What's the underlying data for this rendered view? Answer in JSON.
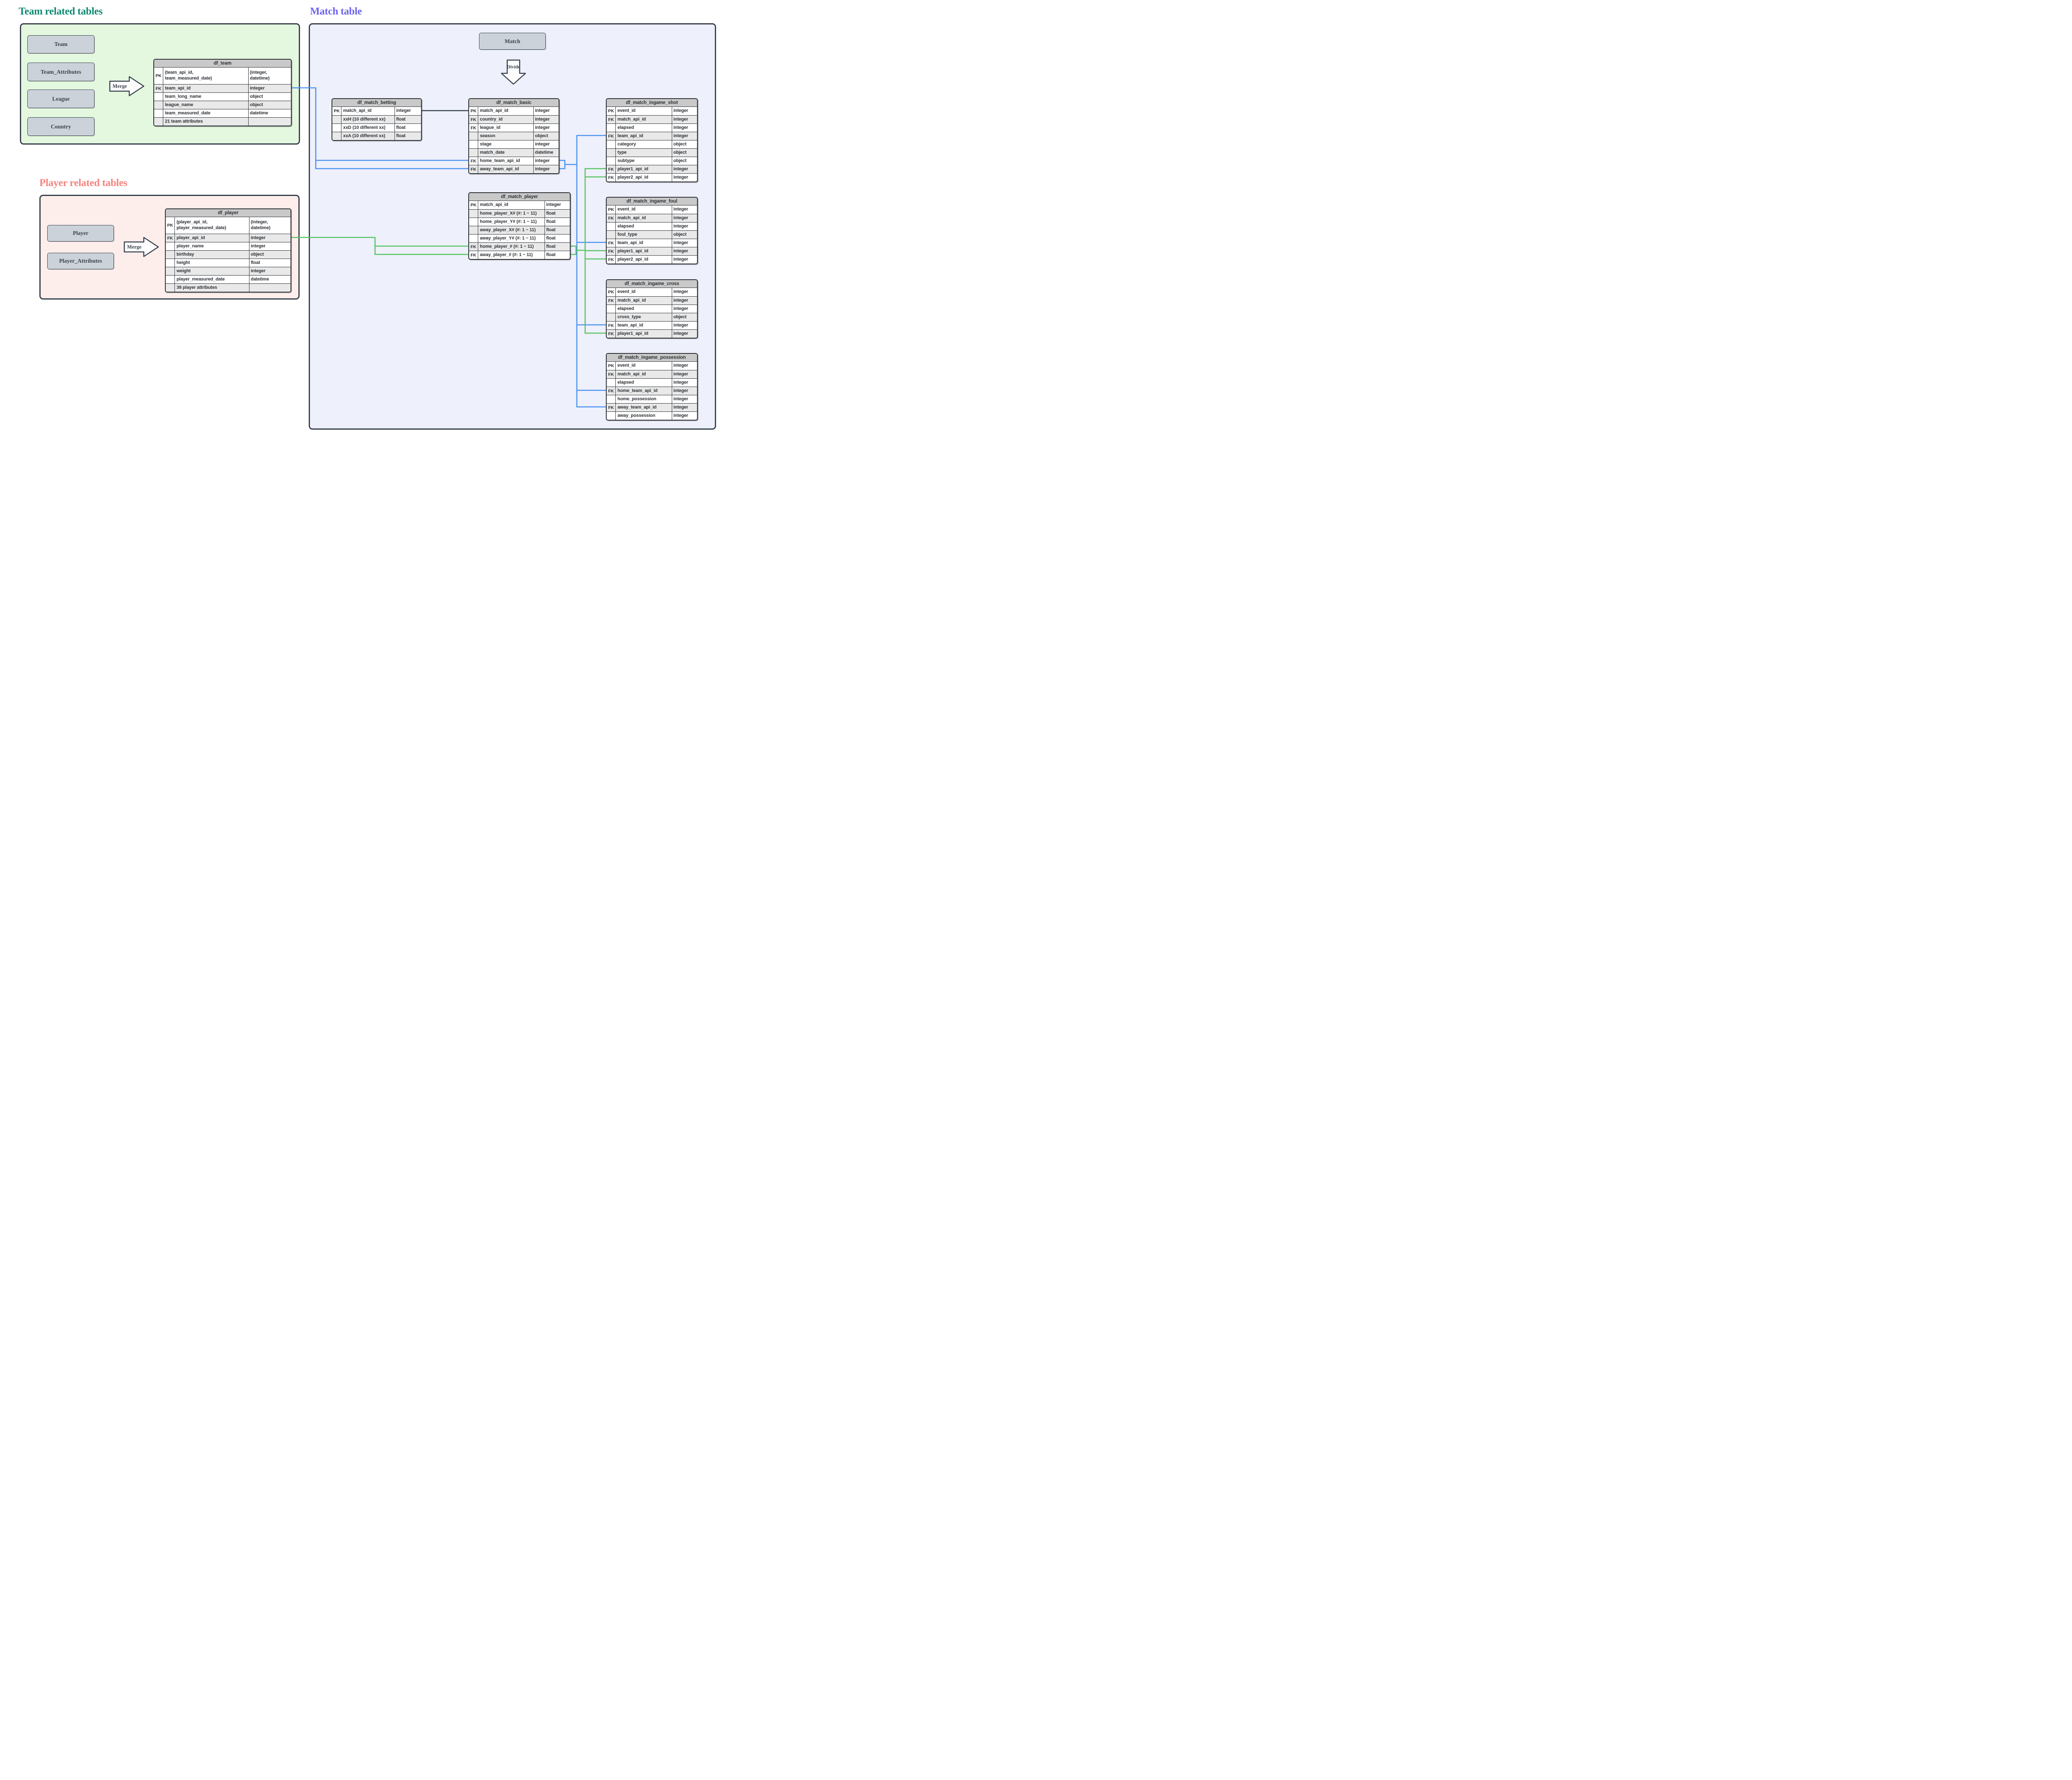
{
  "sections": {
    "team": {
      "title": "Team related tables",
      "boxes": [
        "Team",
        "Team_Attributes",
        "League",
        "Country"
      ],
      "merge_label": "Merge"
    },
    "player": {
      "title": "Player related tables",
      "boxes": [
        "Player",
        "Player_Attributes"
      ],
      "merge_label": "Merge"
    },
    "match": {
      "title": "Match table",
      "box_label": "Match",
      "divide_label": "Divide"
    }
  },
  "tables": {
    "df_team": {
      "title": "df_team",
      "rows": [
        {
          "key": "PK",
          "name": "(team_api_id,\nteam_measured_date)",
          "type": "(integer,\ndatetime)",
          "tall": true
        },
        {
          "key": "FK",
          "name": "team_api_id",
          "type": "integer"
        },
        {
          "key": "",
          "name": "team_long_name",
          "type": "object"
        },
        {
          "key": "",
          "name": "league_name",
          "type": "object"
        },
        {
          "key": "",
          "name": "team_measured_date",
          "type": "datetime"
        },
        {
          "key": "",
          "name": "21 team attributes",
          "type": ""
        }
      ]
    },
    "df_player": {
      "title": "df_player",
      "rows": [
        {
          "key": "PK",
          "name": "(player_api_id,\nplayer_measured_date)",
          "type": "(integer,\ndatetime)",
          "tall": true
        },
        {
          "key": "FK",
          "name": "player_api_id",
          "type": "integer"
        },
        {
          "key": "",
          "name": "player_name",
          "type": "integer"
        },
        {
          "key": "",
          "name": "birthday",
          "type": "object"
        },
        {
          "key": "",
          "name": "height",
          "type": "float"
        },
        {
          "key": "",
          "name": "weight",
          "type": "integer"
        },
        {
          "key": "",
          "name": "player_measured_date",
          "type": "datetime"
        },
        {
          "key": "",
          "name": "38 player attributes",
          "type": ""
        }
      ]
    },
    "df_match_betting": {
      "title": "df_match_betting",
      "rows": [
        {
          "key": "PK",
          "name": "match_api_id",
          "type": "integer"
        },
        {
          "key": "",
          "name": "xxH (10 different xx)",
          "type": "float"
        },
        {
          "key": "",
          "name": "xxD (10 different xx)",
          "type": "float"
        },
        {
          "key": "",
          "name": "xxA (10 different xx)",
          "type": "float"
        }
      ]
    },
    "df_match_basic": {
      "title": "df_match_basic",
      "rows": [
        {
          "key": "PK",
          "name": "match_api_id",
          "type": "integer"
        },
        {
          "key": "FK",
          "name": "country_id",
          "type": "integer"
        },
        {
          "key": "FK",
          "name": "league_id",
          "type": "integer"
        },
        {
          "key": "",
          "name": "season",
          "type": "object"
        },
        {
          "key": "",
          "name": "stage",
          "type": "integer"
        },
        {
          "key": "",
          "name": "match_date",
          "type": "datetime"
        },
        {
          "key": "FK",
          "name": "home_team_api_id",
          "type": "integer"
        },
        {
          "key": "FK",
          "name": "away_team_api_id",
          "type": "integer"
        }
      ]
    },
    "df_match_player": {
      "title": "df_match_player",
      "rows": [
        {
          "key": "PK",
          "name": "match_api_id",
          "type": "integer"
        },
        {
          "key": "",
          "name": "home_player_X# (#: 1 ~ 11)",
          "type": "float"
        },
        {
          "key": "",
          "name": "home_player_Y# (#: 1 ~ 11)",
          "type": "float"
        },
        {
          "key": "",
          "name": "away_player_X# (#: 1 ~ 11)",
          "type": "float"
        },
        {
          "key": "",
          "name": "away_player_Y# (#: 1 ~ 11)",
          "type": "float"
        },
        {
          "key": "FK",
          "name": "home_player_# (#: 1 ~ 11)",
          "type": "float"
        },
        {
          "key": "FK",
          "name": "away_player_# (#: 1 ~ 11)",
          "type": "float"
        }
      ]
    },
    "df_match_ingame_shot": {
      "title": "df_match_ingame_shot",
      "rows": [
        {
          "key": "PK",
          "name": "event_id",
          "type": "integer"
        },
        {
          "key": "FK",
          "name": "match_api_id",
          "type": "integer"
        },
        {
          "key": "",
          "name": "elapsed",
          "type": "integer"
        },
        {
          "key": "FK",
          "name": "team_api_id",
          "type": "integer"
        },
        {
          "key": "",
          "name": "category",
          "type": "object"
        },
        {
          "key": "",
          "name": "type",
          "type": "object"
        },
        {
          "key": "",
          "name": "subtype",
          "type": "object"
        },
        {
          "key": "FK",
          "name": "player1_api_id",
          "type": "integer"
        },
        {
          "key": "FK",
          "name": "player2_api_id",
          "type": "integer"
        }
      ]
    },
    "df_match_ingame_foul": {
      "title": "df_match_ingame_foul",
      "rows": [
        {
          "key": "PK",
          "name": "event_id",
          "type": "integer"
        },
        {
          "key": "FK",
          "name": "match_api_id",
          "type": "integer"
        },
        {
          "key": "",
          "name": "elapsed",
          "type": "integer"
        },
        {
          "key": "",
          "name": "foul_type",
          "type": "object"
        },
        {
          "key": "FK",
          "name": "team_api_id",
          "type": "integer"
        },
        {
          "key": "FK",
          "name": "player1_api_id",
          "type": "integer"
        },
        {
          "key": "FK",
          "name": "player2_api_id",
          "type": "integer"
        }
      ]
    },
    "df_match_ingame_cross": {
      "title": "df_match_ingame_cross",
      "rows": [
        {
          "key": "PK",
          "name": "event_id",
          "type": "integer"
        },
        {
          "key": "FK",
          "name": "match_api_id",
          "type": "integer"
        },
        {
          "key": "",
          "name": "elapsed",
          "type": "integer"
        },
        {
          "key": "",
          "name": "cross_type",
          "type": "object"
        },
        {
          "key": "FK",
          "name": "team_api_id",
          "type": "integer"
        },
        {
          "key": "FK",
          "name": "player1_api_id",
          "type": "integer"
        }
      ]
    },
    "df_match_ingame_possession": {
      "title": "df_match_ingame_possession",
      "rows": [
        {
          "key": "PK",
          "name": "event_id",
          "type": "integer"
        },
        {
          "key": "FK",
          "name": "match_api_id",
          "type": "integer"
        },
        {
          "key": "",
          "name": "elapsed",
          "type": "integer"
        },
        {
          "key": "FK",
          "name": "home_team_api_id",
          "type": "integer"
        },
        {
          "key": "",
          "name": "home_possession",
          "type": "integer"
        },
        {
          "key": "FK",
          "name": "away_team_api_id",
          "type": "integer"
        },
        {
          "key": "",
          "name": "away_possession",
          "type": "integer"
        }
      ]
    }
  },
  "colors": {
    "team_title": "#0e8a70",
    "match_title": "#6c63ee",
    "player_title": "#f8837e",
    "team_panel": "#e3f8df",
    "match_panel": "#eef0fb",
    "player_panel": "#fdeeec",
    "box_fill": "#ccd2d9",
    "box_border": "#39424e",
    "table_header": "#c9c9c9",
    "stripe": "#e9e9e9",
    "line_blue": "#4a92f0",
    "line_green": "#55c45e",
    "line_dark": "#39424e",
    "border_dark": "#2f3237"
  }
}
